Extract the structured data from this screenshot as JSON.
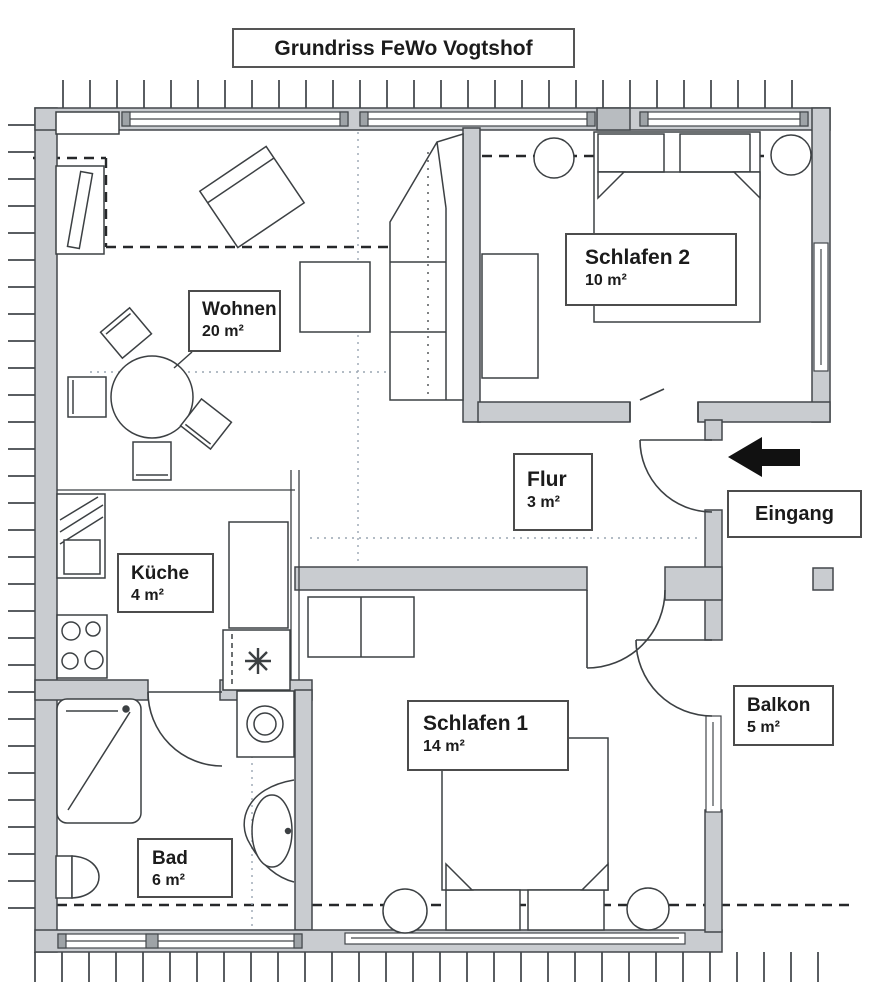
{
  "title": "Grundriss FeWo Vogtshof",
  "rooms": {
    "wohnen": {
      "name": "Wohnen",
      "area": "20 m²"
    },
    "schlafen2": {
      "name": "Schlafen 2",
      "area": "10 m²"
    },
    "flur": {
      "name": "Flur",
      "area": "3 m²"
    },
    "kueche": {
      "name": "Küche",
      "area": "4 m²"
    },
    "schlafen1": {
      "name": "Schlafen 1",
      "area": "14 m²"
    },
    "balkon": {
      "name": "Balkon",
      "area": "5 m²"
    },
    "bad": {
      "name": "Bad",
      "area": "6 m²"
    }
  },
  "entrance": {
    "label": "Eingang",
    "arrow_icon": "arrow-left"
  },
  "colors": {
    "wall_fill": "#c9ccd0",
    "wall_stroke": "#43474b",
    "line": "#3c4043",
    "dash": "#26282a",
    "guide": "#9aa6b2",
    "paper": "#ffffff"
  }
}
